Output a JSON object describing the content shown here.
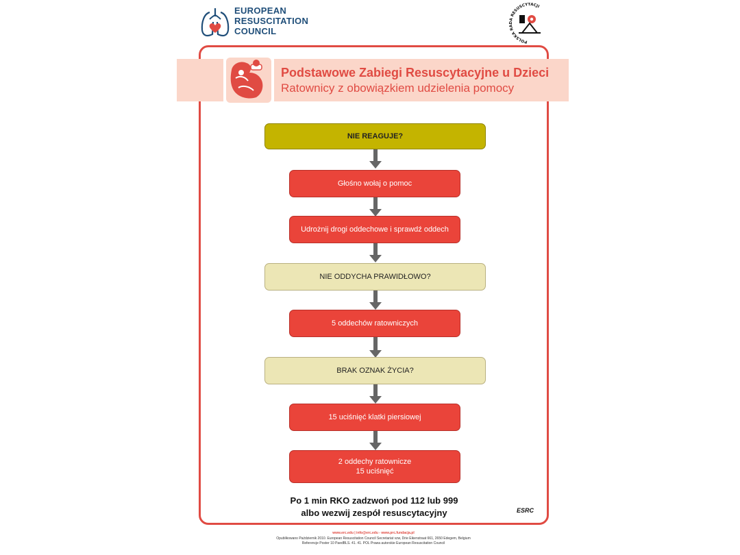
{
  "header": {
    "erc_line1": "EUROPEAN",
    "erc_line2": "RESUSCITATION",
    "erc_line3": "COUNCIL",
    "prc_ring_text": "POLSKA RADA RESUSCYTACJI"
  },
  "banner": {
    "title": "Podstawowe Zabiegi Resuscytacyjne u Dzieci",
    "subtitle": "Ratownicy z obowiązkiem udzielenia pomocy"
  },
  "flow": [
    {
      "text": "NIE REAGUJE?",
      "kind": "question-primary"
    },
    {
      "text": "Głośno wołaj o pomoc",
      "kind": "action"
    },
    {
      "text": "Udrożnij drogi oddechowe i sprawdź oddech",
      "kind": "action"
    },
    {
      "text": "NIE ODDYCHA PRAWIDŁOWO?",
      "kind": "question"
    },
    {
      "text": "5 oddechów ratowniczych",
      "kind": "action"
    },
    {
      "text": "BRAK OZNAK ŻYCIA?",
      "kind": "question"
    },
    {
      "text": "15 uciśnięć klatki piersiowej",
      "kind": "action"
    },
    {
      "text": "2 oddechy ratownicze\n15 uciśnięć",
      "kind": "action"
    }
  ],
  "footer": {
    "line1": "Po 1 min RKO zadzwoń pod 112 lub 999",
    "line2": "albo wezwij zespół resuscytacyjny",
    "signature": "ESRC"
  },
  "fineprint": {
    "web": "www.erc.edu | info@erc.edu - www.prc.fundacja.pl",
    "line1": "Opublikowano Październik 2010. European Resuscitation Council Secretariat vzw, Drie Eikenstraat 661, 2650 Edegem, Belgium",
    "line2": "Referencje Poster 10 PaedBLS. 41. 41. POL Prawa autorskie European Resuscitation Council"
  },
  "colors": {
    "accent_red": "#e04b43",
    "box_red": "#ea443a",
    "olive": "#c4b400",
    "cream": "#ece6b5",
    "banner": "#fbd6c9",
    "erc_blue": "#1f4e79"
  }
}
